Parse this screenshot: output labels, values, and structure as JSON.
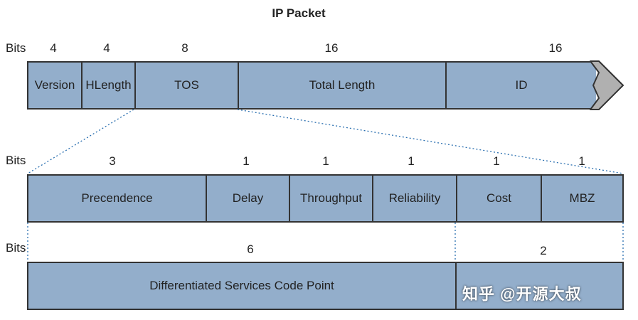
{
  "title": "IP Packet",
  "bits_label": "Bits",
  "ip_row": {
    "bits": [
      "4",
      "4",
      "8",
      "16",
      "16"
    ],
    "fields": [
      "Version",
      "HLength",
      "TOS",
      "Total Length",
      "ID"
    ]
  },
  "tos_row": {
    "bits": [
      "3",
      "1",
      "1",
      "1",
      "1",
      "1"
    ],
    "fields": [
      "Precendence",
      "Delay",
      "Throughput",
      "Reliability",
      "Cost",
      "MBZ"
    ]
  },
  "ds_row": {
    "bits": [
      "6",
      "2"
    ],
    "fields": [
      "Differentiated Services Code Point",
      ""
    ]
  },
  "watermark": "知乎 @开源大叔",
  "colors": {
    "field_fill": "#93aecb",
    "border": "#333333",
    "guide": "#2a6fb0",
    "arrow": "#b0b0b0"
  }
}
